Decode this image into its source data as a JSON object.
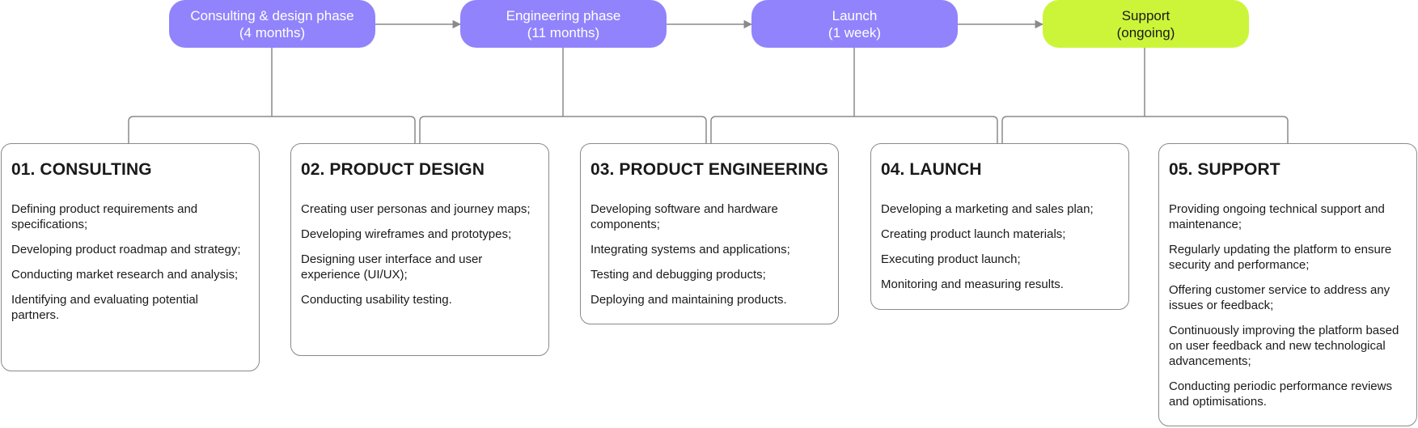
{
  "colors": {
    "phase": "#9183fc",
    "support": "#ccf539",
    "line": "#8a8a8a"
  },
  "phases": [
    {
      "line1": "Consulting & design phase",
      "line2": "(4 months)"
    },
    {
      "line1": "Engineering phase",
      "line2": "(11 months)"
    },
    {
      "line1": "Launch",
      "line2": "(1 week)"
    },
    {
      "line1": "Support",
      "line2": "(ongoing)"
    }
  ],
  "stages": [
    {
      "title": "01. CONSULTING",
      "items": [
        "Defining product requirements and specifications;",
        "Developing product roadmap and strategy;",
        "Conducting market research and analysis;",
        "Identifying and evaluating potential partners."
      ]
    },
    {
      "title": "02. PRODUCT DESIGN",
      "items": [
        "Creating user personas and journey maps;",
        "Developing wireframes and prototypes;",
        "Designing user interface and user experience (UI/UX);",
        "Conducting usability testing."
      ]
    },
    {
      "title": "03. PRODUCT ENGINEERING",
      "items": [
        "Developing software and hardware components;",
        "Integrating systems and applications;",
        "Testing and debugging products;",
        "Deploying and maintaining products."
      ]
    },
    {
      "title": "04. LAUNCH",
      "items": [
        "Developing a marketing and sales plan;",
        "Creating product launch materials;",
        "Executing product launch;",
        "Monitoring and measuring results."
      ]
    },
    {
      "title": "05. SUPPORT",
      "items": [
        "Providing ongoing technical support and maintenance;",
        "Regularly updating the platform to ensure security and performance;",
        "Offering customer service to address any issues or feedback;",
        "Continuously improving the platform based on user feedback and new technological advancements;",
        "Conducting periodic performance reviews and optimisations."
      ]
    }
  ]
}
